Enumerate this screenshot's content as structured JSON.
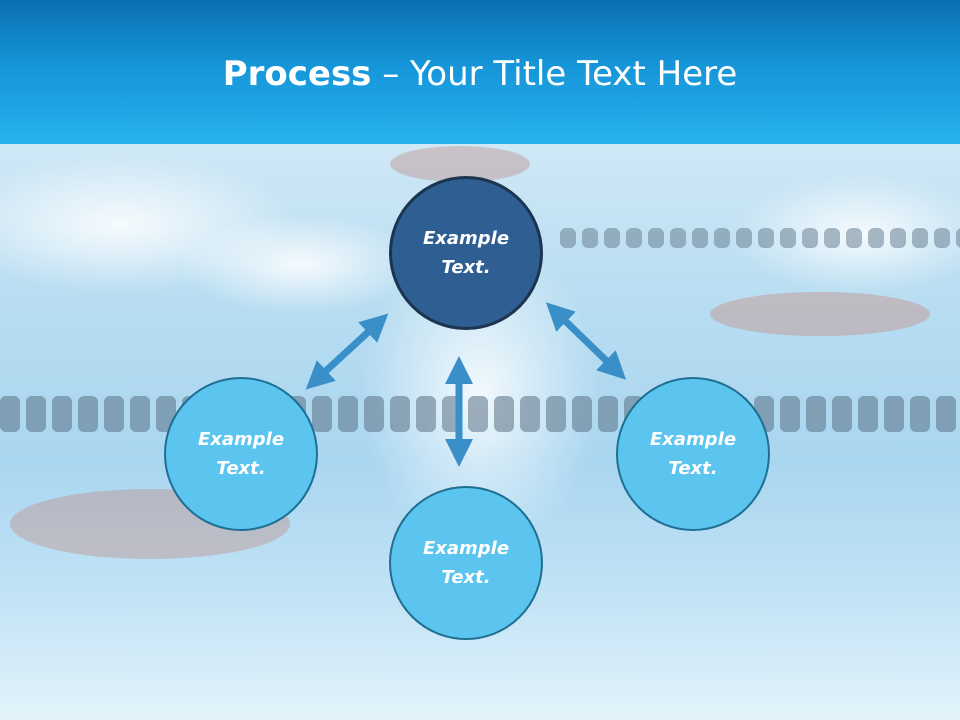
{
  "header": {
    "title_bold": "Process",
    "title_rest": " – Your Title Text Here"
  },
  "colors": {
    "header_blue": "#1595d8",
    "node_dark": "#2e5e92",
    "node_light": "#5bc4ef",
    "arrow": "#3a8fc8"
  },
  "diagram": {
    "nodes": {
      "top": {
        "line1": "Example",
        "line2": "Text."
      },
      "left": {
        "line1": "Example",
        "line2": "Text."
      },
      "right": {
        "line1": "Example",
        "line2": "Text."
      },
      "bottom": {
        "line1": "Example",
        "line2": "Text."
      }
    },
    "arrows": [
      "double-arrow-icon",
      "double-arrow-icon",
      "double-arrow-icon"
    ]
  }
}
